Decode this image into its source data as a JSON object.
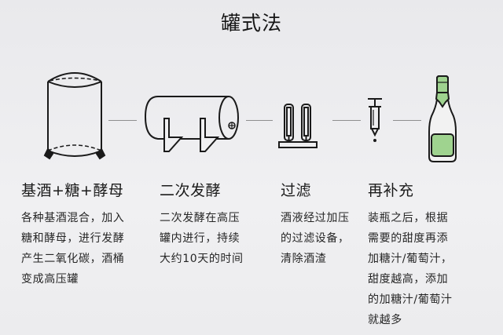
{
  "title": "罐式法",
  "colors": {
    "background": "#ececee",
    "line": "#1a1a1a",
    "connector": "#8e8e8e",
    "bottle_green": "#9fd38f"
  },
  "steps": [
    {
      "icon": "fermentation-tank-icon",
      "heading": "基酒+糖+酵母",
      "lines": [
        "各种基酒混合，加入",
        "糖和酵母，进行发酵",
        "产生二氧化碳，酒桶",
        "变成高压罐"
      ]
    },
    {
      "icon": "pressure-tank-icon",
      "heading": "二次发酵",
      "lines": [
        "二次发酵在高压",
        "罐内进行，持续",
        "大约10天的时间"
      ]
    },
    {
      "icon": "filter-icon",
      "heading": "过滤",
      "lines": [
        "酒液经过加压",
        "的过滤设备，",
        "清除酒渣"
      ]
    },
    {
      "icon": "bottle-icon",
      "heading": "再补充",
      "lines": [
        "装瓶之后，根据",
        "需要的甜度再添",
        "加糖汁/葡萄汁，",
        "甜度越高，添加",
        "的加糖汁/葡萄汁",
        "就越多"
      ]
    }
  ],
  "extra_icons": [
    "syringe-icon"
  ]
}
